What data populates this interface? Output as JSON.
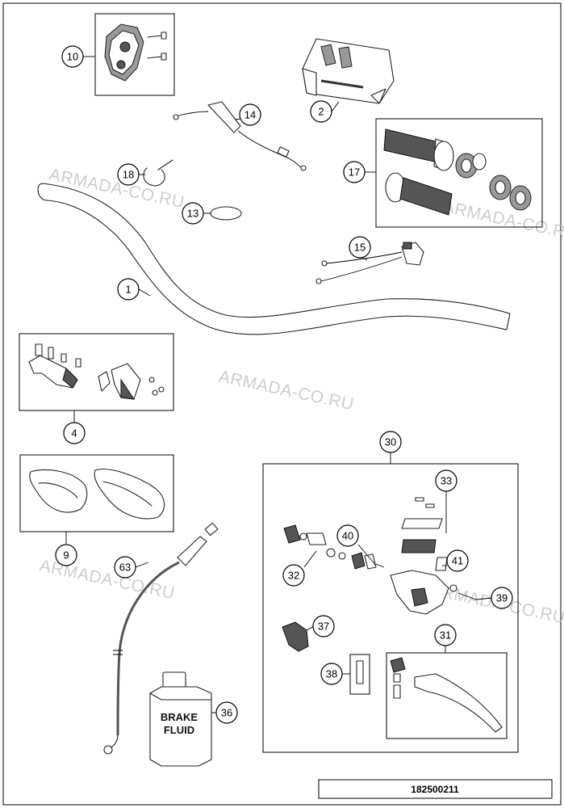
{
  "callouts": {
    "c10": "10",
    "c2": "2",
    "c14": "14",
    "c18": "18",
    "c17": "17",
    "c13": "13",
    "c15": "15",
    "c1": "1",
    "c4": "4",
    "c30": "30",
    "c33": "33",
    "c40": "40",
    "c41": "41",
    "c32": "32",
    "c39": "39",
    "c9": "9",
    "c63": "63",
    "c37": "37",
    "c31": "31",
    "c38": "38",
    "c36": "36"
  },
  "watermark": "ARMADA-CO.RU",
  "document_number": "182500211",
  "brake_fluid_label": [
    "BRAKE",
    "FLUID"
  ]
}
